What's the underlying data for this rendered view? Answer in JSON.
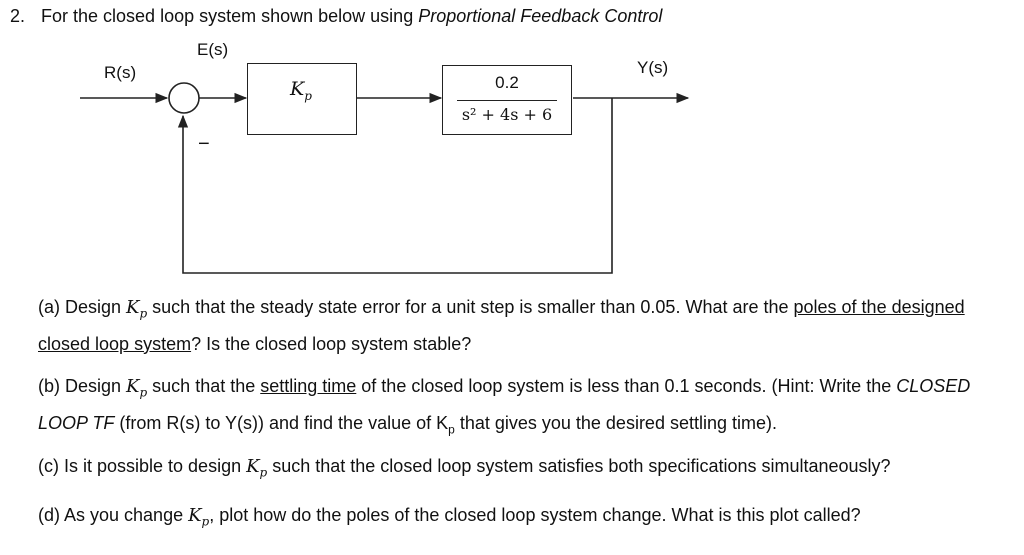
{
  "heading": {
    "number": "2.",
    "text_plain": "For the closed loop system shown below using ",
    "text_italic": "Proportional Feedback Control"
  },
  "diagram": {
    "input_label": "R(s)",
    "error_label": "E(s)",
    "output_label": "Y(s)",
    "feedback_sign": "−",
    "controller": {
      "symbol": "K",
      "subscript": "p"
    },
    "plant": {
      "numerator": "0.2",
      "denominator": "s² + 4s + 6"
    }
  },
  "questions": {
    "a": {
      "pre": "(a) Design ",
      "k": "K",
      "ksub": "p",
      "mid": " such that the steady state error for a unit step is smaller than 0.05.  What are the ",
      "underlined": "poles of the designed closed loop system",
      "post": "? Is the closed loop system stable?"
    },
    "b": {
      "pre": "(b)  Design ",
      "k": "K",
      "ksub": "p",
      "mid1": " such that the ",
      "underlined": "settling time",
      "mid2": " of the closed loop system is less than 0.1 seconds. (Hint: Write the ",
      "italic": "CLOSED LOOP TF",
      "mid3": " (from R(s) to Y(s)) and find the value of K",
      "ksub2": "p",
      "post": " that gives you the desired settling time)."
    },
    "c": {
      "pre": "(c) Is it possible to design ",
      "k": "K",
      "ksub": "p",
      "post": " such that the closed loop system satisfies both specifications simultaneously?"
    },
    "d": {
      "pre": "(d) As you change ",
      "k": "K",
      "ksub": "p",
      "post": ", plot how do the poles of the closed loop system change. What is this plot called?"
    }
  }
}
